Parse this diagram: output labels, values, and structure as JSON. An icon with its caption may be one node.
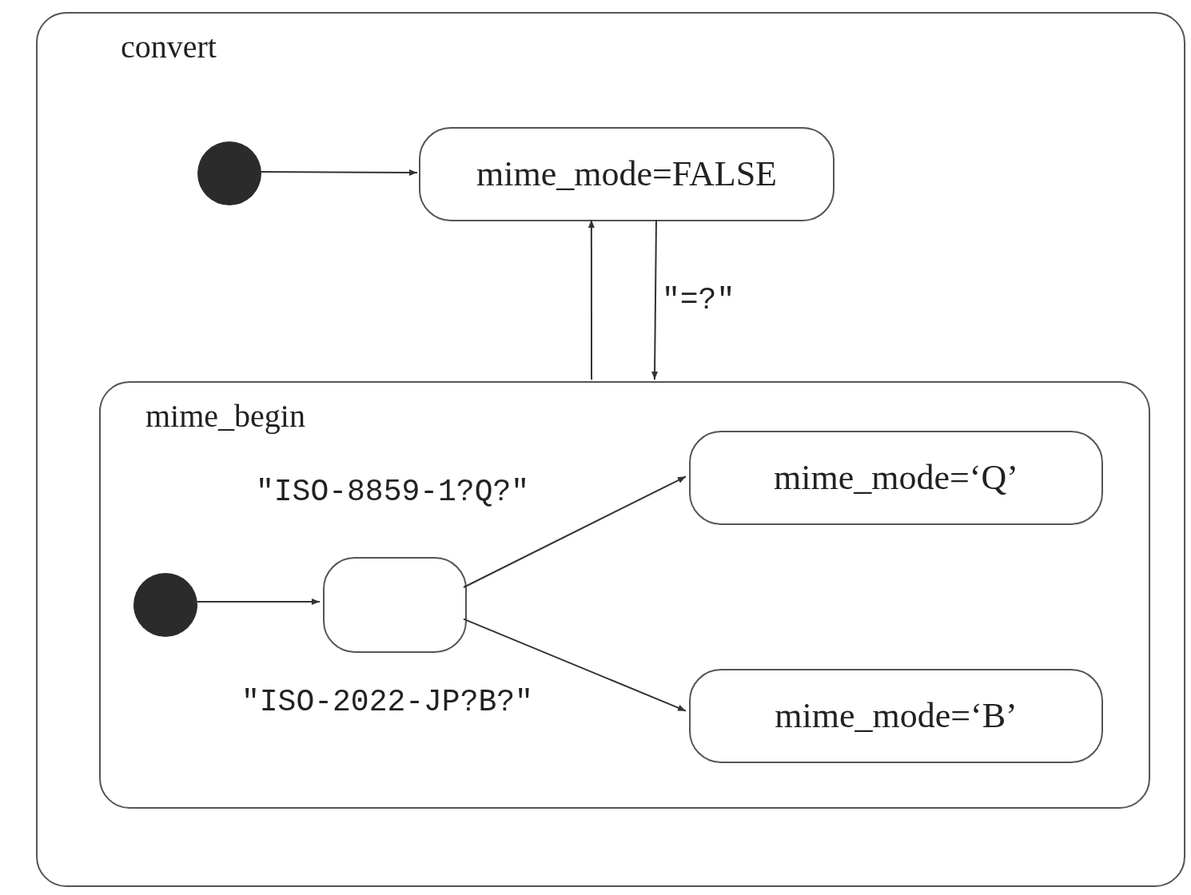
{
  "diagram": {
    "nodes": [
      {
        "text": [
          "convert"
        ]
      },
      {
        "text": [],
        "shape": "circle",
        "in": 0
      },
      {
        "text": [
          "mime_mode=FALSE"
        ],
        "in": 0
      },
      {
        "text": [
          "mime_begin"
        ],
        "in": 0
      },
      {
        "text": [],
        "shape": "circle",
        "in": 3
      },
      {
        "text": [],
        "shape": "box",
        "in": 3
      },
      {
        "text": [
          "mime_mode=‘Q’"
        ],
        "in": 3
      },
      {
        "text": [
          "mime_mode=‘B’"
        ],
        "in": 3
      }
    ],
    "edges": [
      {
        "from": 1,
        "to": 2,
        "arrow": "to"
      },
      {
        "from": 3,
        "to": 2,
        "arrow": "to"
      },
      {
        "from": 2,
        "to": 3,
        "arrow": "to",
        "label": "\"=?\""
      },
      {
        "from": 4,
        "to": 5,
        "arrow": "to"
      },
      {
        "from": 5,
        "to": 6,
        "arrow": "to",
        "label": "\"ISO-8859-1?Q?\""
      },
      {
        "from": 5,
        "to": 7,
        "arrow": "to",
        "label": "\"ISO-2022-JP?B?\""
      }
    ]
  }
}
